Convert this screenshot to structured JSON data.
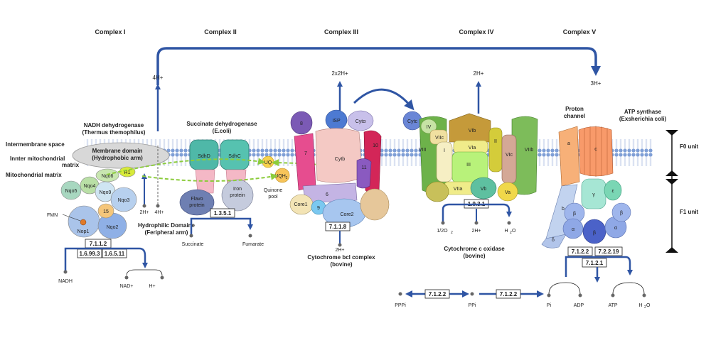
{
  "complexes": {
    "c1": "Complex I",
    "c2": "Complex II",
    "c3": "Complex III",
    "c4": "Complex IV",
    "c5": "Complex V"
  },
  "membrane_labels": {
    "intermembrane": "Intermembrane space",
    "inner1": "Innter mitochondrial",
    "inner2": "matrix",
    "matrix": "Mitochondrial  matrix"
  },
  "complex1": {
    "name1": "NADH dehydrogenase",
    "name2": "(Thermus themophilus)",
    "membrane1": "Membrane domain",
    "membrane2": "(Hydrophobic arm)",
    "hydrophilic1": "Hydrophilic Domaine",
    "hydrophilic2": "(Feripheral arm)",
    "fmn": "FMN",
    "subunits": [
      "Nqo6",
      "H1",
      "Nqo4",
      "Nqo5",
      "Nqo9",
      "Nqo3",
      "15",
      "Nop1",
      "Nqo2"
    ],
    "ec": [
      "7.1.1.2",
      "1.6.99.3",
      "1.6.5.11"
    ],
    "proton": "4H+",
    "proton_in1": "2H+",
    "proton_in2": "4H+",
    "nadh": "NADH",
    "nad": "NAD+",
    "h": "H+"
  },
  "complex2": {
    "name1": "Succinate  dehydrogenase",
    "name2": "(E.coli)",
    "sdhd": "SdhD",
    "sdhc": "SdhC",
    "flavo1": "Flavo",
    "flavo2": "protein",
    "iron1": "Iron",
    "iron2": "protein",
    "ec": "1.3.5.1",
    "succinate": "Succinate",
    "fumarate": "Fumarate",
    "uq": "UQ",
    "uqh2": "UQH",
    "uqh2_sub": "2",
    "pool1": "Quinone",
    "pool2": "pool"
  },
  "complex3": {
    "proton": "2x2H+",
    "subunits": [
      "8",
      "ISP",
      "Cytα",
      "7",
      "Cytb",
      "10",
      "11",
      "6",
      "Core1",
      "9",
      "Core2"
    ],
    "cytc": "Cytc",
    "ec": "7.1.1.8",
    "proton_in": "2H+",
    "name1": "Cytochrome bcl complex",
    "name2": "(bovine)"
  },
  "complex4": {
    "proton": "2H+",
    "subunits": [
      "IV",
      "VIIc",
      "VIb",
      "VIa",
      "II",
      "VIII",
      "I",
      "III",
      "VIc",
      "VIIb",
      "VIIa",
      "Vb",
      "Va"
    ],
    "ec": "1.9.3.1",
    "o2": "1/2O",
    "o2_sub": "2",
    "proton_in": "2H+",
    "water": "H",
    "water_sub": "2",
    "water_end": "O",
    "name1": "Cytochrome c oxidase",
    "name2": "(bovine)"
  },
  "complex5": {
    "proton": "3H+",
    "channel1": "Proton",
    "channel2": "channel",
    "name1": "ATP synthase",
    "name2": "(Exsherichia coli)",
    "subunits": [
      "a",
      "c",
      "b",
      "γ",
      "ε",
      "β",
      "α",
      "β",
      "α",
      "β",
      "δ"
    ],
    "ec": [
      "7.1.2.2",
      "7.2.2.19",
      "7.1.2.1"
    ],
    "f0": "F0 unit",
    "f1": "F1 unit",
    "pi": "Pi",
    "adp": "ADP",
    "atp": "ATP",
    "water": "H",
    "water_sub": "2",
    "water_end": "O"
  },
  "bottom": {
    "pppi": "PPPi",
    "ppi": "PPi",
    "ec1": "7.1.2.2",
    "ec2": "7.1.2.2"
  },
  "colors": {
    "arrow": "#2f55a4",
    "membrane_head": "#7f9fd6",
    "membrane_tail": "#c9d6ee",
    "dashed": "#8ccc3c"
  }
}
